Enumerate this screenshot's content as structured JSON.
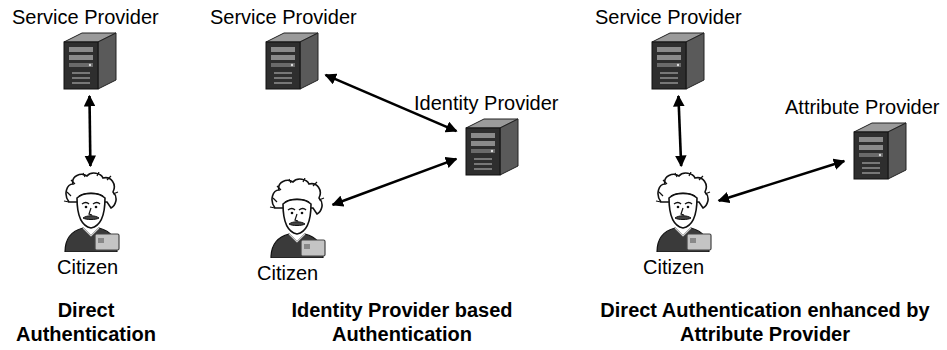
{
  "diagram": {
    "nodes": [
      {
        "text": [
          "Service Provider"
        ]
      },
      {
        "text": [
          "Citizen"
        ]
      },
      {
        "text": [
          "Service Provider"
        ]
      },
      {
        "text": [
          "Identity Provider"
        ]
      },
      {
        "text": [
          "Citizen"
        ]
      },
      {
        "text": [
          "Service Provider"
        ]
      },
      {
        "text": [
          "Attribute Provider"
        ]
      },
      {
        "text": [
          "Citizen"
        ]
      }
    ],
    "edges": [
      {
        "from": 0,
        "to": 1,
        "arrow": "both"
      },
      {
        "from": 2,
        "to": 3,
        "arrow": "both"
      },
      {
        "from": 3,
        "to": 4,
        "arrow": "both"
      },
      {
        "from": 5,
        "to": 7,
        "arrow": "both"
      },
      {
        "from": 7,
        "to": 6,
        "arrow": "both"
      }
    ],
    "labels": [
      "Direct Authentication",
      "Identity Provider based Authentication",
      "Direct Authentication enhanced by Attribute Provider"
    ]
  }
}
